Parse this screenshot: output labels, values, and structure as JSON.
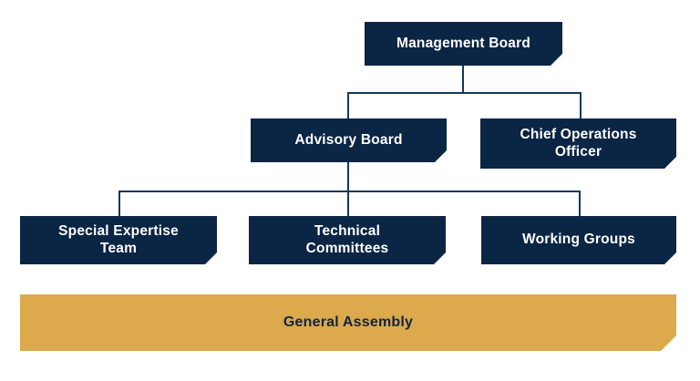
{
  "colors": {
    "box_fill": "#0b2545",
    "box_text": "#ffffff",
    "assembly_fill": "#dca94c",
    "assembly_text": "#10243f",
    "connector": "#17365c",
    "background": "#ffffff"
  },
  "chart_data": {
    "type": "diagram",
    "diagram_type": "organizational-chart",
    "title": "",
    "levels": [
      {
        "level": 1,
        "nodes": [
          "Management Board"
        ]
      },
      {
        "level": 2,
        "nodes": [
          "Advisory Board",
          "Chief Operations Officer"
        ]
      },
      {
        "level": 3,
        "nodes": [
          "Special Expertise Team",
          "Technical Committees",
          "Working Groups"
        ]
      },
      {
        "level": 4,
        "nodes": [
          "General Assembly"
        ]
      }
    ],
    "edges": [
      {
        "from": "Management Board",
        "to": "Advisory Board"
      },
      {
        "from": "Management Board",
        "to": "Chief Operations Officer"
      },
      {
        "from": "Advisory Board",
        "to": "Special Expertise Team"
      },
      {
        "from": "Advisory Board",
        "to": "Technical Committees"
      },
      {
        "from": "Advisory Board",
        "to": "Working Groups"
      }
    ]
  },
  "nodes": {
    "management_board": {
      "label": "Management Board"
    },
    "advisory_board": {
      "label": "Advisory Board"
    },
    "chief_operations_officer": {
      "label": "Chief Operations\nOfficer"
    },
    "special_expertise_team": {
      "label": "Special Expertise\nTeam"
    },
    "technical_committees": {
      "label": "Technical\nCommittees"
    },
    "working_groups": {
      "label": "Working Groups"
    },
    "general_assembly": {
      "label": "General Assembly"
    }
  }
}
